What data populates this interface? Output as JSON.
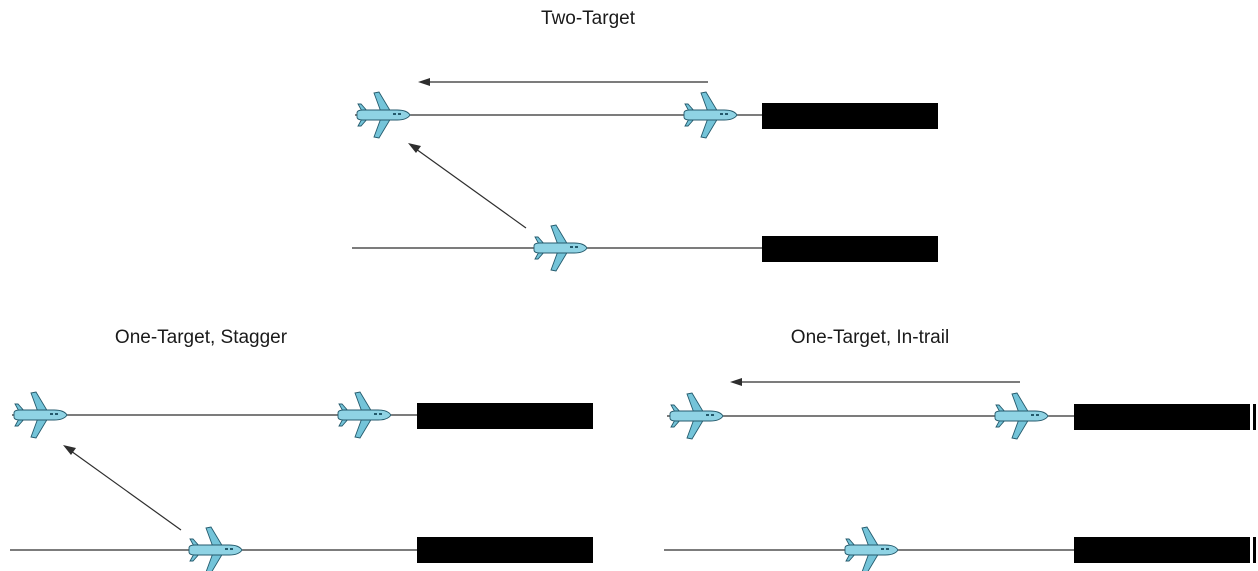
{
  "panels": {
    "two_target": {
      "title": "Two-Target"
    },
    "stagger": {
      "title": "One-Target, Stagger"
    },
    "in_trail": {
      "title": "One-Target, In-trail"
    }
  },
  "icons": {
    "aircraft": "airplane-icon",
    "runway": "runway-bar"
  },
  "colors": {
    "aircraft_fill": "#8fd3e4",
    "aircraft_outline": "#245a6c",
    "runway": "#000000",
    "lines": "#2e2e2e"
  }
}
